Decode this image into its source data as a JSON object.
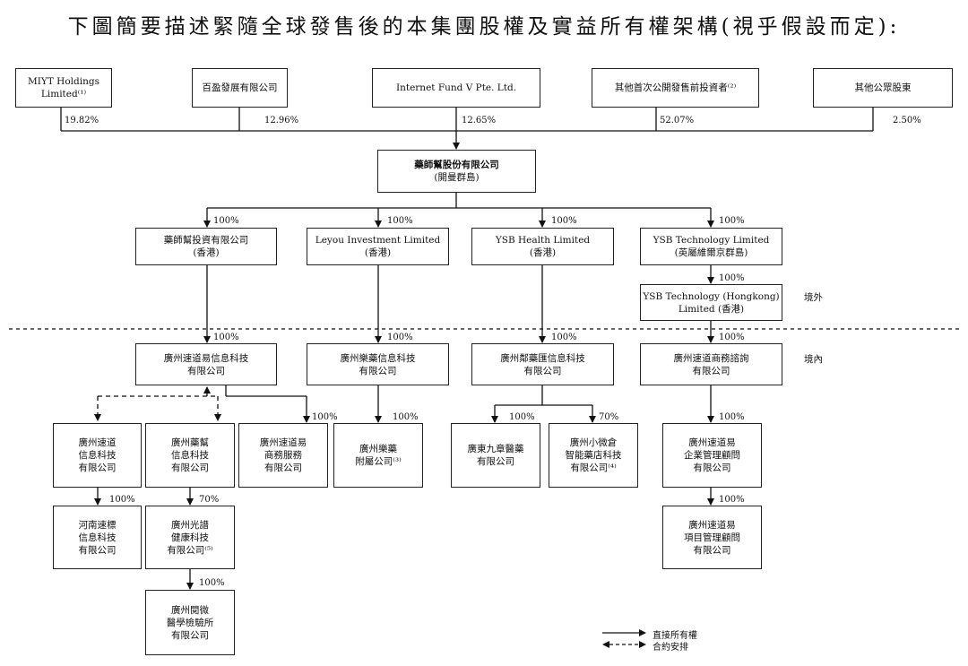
{
  "title": "下圖簡要描述緊隨全球發售後的本集團股權及實益所有權架構(視乎假設而定):",
  "shareholders": [
    {
      "line1": "MIYT Holdings",
      "line2": "Limited⁽¹⁾",
      "pct": "19.82%"
    },
    {
      "line1": "百盈發展有限公司",
      "line2": "",
      "pct": "12.96%"
    },
    {
      "line1": "Internet Fund V Pte. Ltd.",
      "line2": "",
      "pct": "12.65%"
    },
    {
      "line1": "其他首次公開發售前投資者⁽²⁾",
      "line2": "",
      "pct": "52.07%"
    },
    {
      "line1": "其他公眾股東",
      "line2": "",
      "pct": "2.50%"
    }
  ],
  "parent": {
    "line1": "藥師幫股份有限公司",
    "line2": "(開曼群島)"
  },
  "offshore": [
    {
      "line1": "藥師幫投資有限公司",
      "line2": "(香港)",
      "pct": "100%"
    },
    {
      "line1": "Leyou Investment Limited",
      "line2": "(香港)",
      "pct": "100%"
    },
    {
      "line1": "YSB Health Limited",
      "line2": "(香港)",
      "pct": "100%"
    },
    {
      "line1": "YSB Technology Limited",
      "line2": "(英屬維爾京群島)",
      "pct": "100%"
    }
  ],
  "ysb_hk": {
    "line1": "YSB Technology (Hongkong)",
    "line2": "Limited (香港)",
    "pct": "100%"
  },
  "labels": {
    "offshore": "境外",
    "onshore": "境內"
  },
  "onshore": [
    {
      "line1": "廣州速道易信息科技",
      "line2": "有限公司",
      "pct": "100%"
    },
    {
      "line1": "廣州樂藥信息科技",
      "line2": "有限公司",
      "pct": "100%"
    },
    {
      "line1": "廣州鄰藥匯信息科技",
      "line2": "有限公司",
      "pct": "100%"
    },
    {
      "line1": "廣州速道商務諮詢",
      "line2": "有限公司",
      "pct": "100%"
    }
  ],
  "level3": [
    {
      "lines": [
        "廣州速道",
        "信息科技",
        "有限公司"
      ]
    },
    {
      "lines": [
        "廣州藥幫",
        "信息科技",
        "有限公司"
      ]
    },
    {
      "lines": [
        "廣州速道易",
        "商務服務",
        "有限公司"
      ],
      "pct": "100%"
    },
    {
      "lines": [
        "廣州樂藥",
        "附屬公司⁽³⁾"
      ],
      "pct": "100%"
    },
    {
      "lines": [
        "廣東九章醫藥",
        "有限公司"
      ],
      "pct": "100%"
    },
    {
      "lines": [
        "廣州小微倉",
        "智能藥店科技",
        "有限公司⁽⁴⁾"
      ],
      "pct": "70%"
    },
    {
      "lines": [
        "廣州速道易",
        "企業管理顧問",
        "有限公司"
      ],
      "pct": "100%"
    }
  ],
  "level4": [
    {
      "lines": [
        "河南速標",
        "信息科技",
        "有限公司"
      ],
      "pct": "100%"
    },
    {
      "lines": [
        "廣州光譜",
        "健康科技",
        "有限公司⁽⁵⁾"
      ],
      "pct": "70%"
    },
    {
      "lines": [
        "廣州速道易",
        "項目管理顧問",
        "有限公司"
      ],
      "pct": "100%"
    }
  ],
  "level5": {
    "lines": [
      "廣州閱微",
      "醫學檢驗所",
      "有限公司"
    ],
    "pct": "100%"
  },
  "legend": {
    "direct": "直接所有權",
    "contract": "合約安排"
  }
}
